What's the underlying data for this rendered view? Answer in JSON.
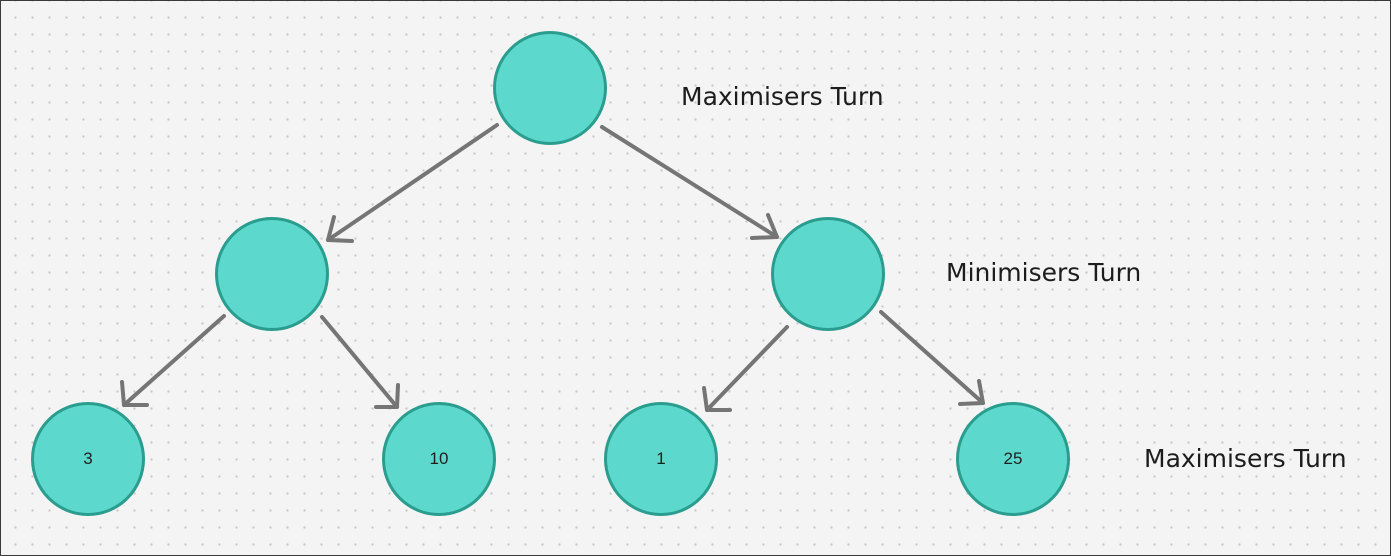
{
  "tree": {
    "root": {
      "label": ""
    },
    "level1": [
      {
        "label": ""
      },
      {
        "label": ""
      }
    ],
    "leaves": [
      {
        "label": "3"
      },
      {
        "label": "10"
      },
      {
        "label": "1"
      },
      {
        "label": "25"
      }
    ]
  },
  "turn_labels": {
    "level0": "Maximisers Turn",
    "level1": "Minimisers Turn",
    "level2": "Maximisers Turn"
  },
  "colors": {
    "node_fill": "#5cd9cc",
    "node_border": "#2a9d8f",
    "arrow": "#757575"
  }
}
